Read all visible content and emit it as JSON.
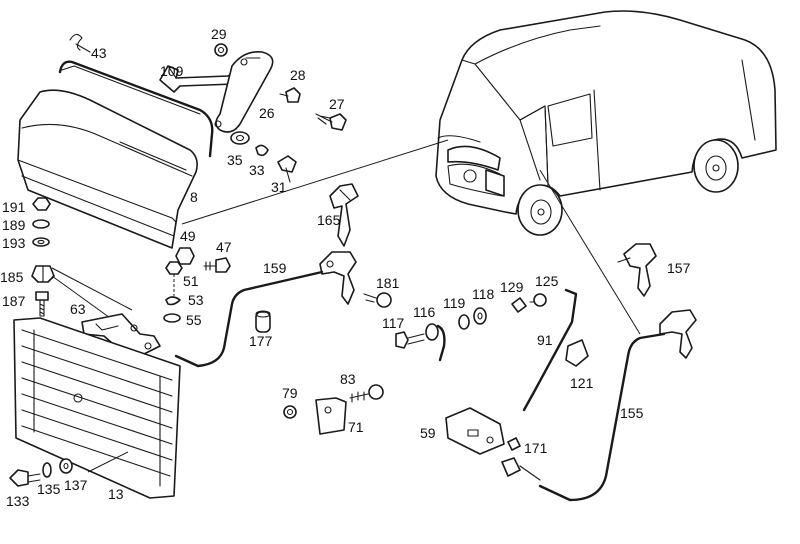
{
  "parts": [
    {
      "id": "p43",
      "label": "43"
    },
    {
      "id": "p29",
      "label": "29"
    },
    {
      "id": "p109",
      "label": "109"
    },
    {
      "id": "p28",
      "label": "28"
    },
    {
      "id": "p27",
      "label": "27"
    },
    {
      "id": "p26",
      "label": "26"
    },
    {
      "id": "p35",
      "label": "35"
    },
    {
      "id": "p33",
      "label": "33"
    },
    {
      "id": "p31",
      "label": "31"
    },
    {
      "id": "p8",
      "label": "8"
    },
    {
      "id": "p191",
      "label": "191"
    },
    {
      "id": "p189",
      "label": "189"
    },
    {
      "id": "p193",
      "label": "193"
    },
    {
      "id": "p185",
      "label": "185"
    },
    {
      "id": "p187",
      "label": "187"
    },
    {
      "id": "p63",
      "label": "63"
    },
    {
      "id": "p49",
      "label": "49"
    },
    {
      "id": "p47",
      "label": "47"
    },
    {
      "id": "p51",
      "label": "51"
    },
    {
      "id": "p53",
      "label": "53"
    },
    {
      "id": "p55",
      "label": "55"
    },
    {
      "id": "p165",
      "label": "165"
    },
    {
      "id": "p159",
      "label": "159"
    },
    {
      "id": "p181",
      "label": "181"
    },
    {
      "id": "p177",
      "label": "177"
    },
    {
      "id": "p117",
      "label": "117"
    },
    {
      "id": "p116",
      "label": "116"
    },
    {
      "id": "p119",
      "label": "119"
    },
    {
      "id": "p118",
      "label": "118"
    },
    {
      "id": "p129",
      "label": "129"
    },
    {
      "id": "p125",
      "label": "125"
    },
    {
      "id": "p157",
      "label": "157"
    },
    {
      "id": "p91",
      "label": "91"
    },
    {
      "id": "p121",
      "label": "121"
    },
    {
      "id": "p79",
      "label": "79"
    },
    {
      "id": "p83",
      "label": "83"
    },
    {
      "id": "p71",
      "label": "71"
    },
    {
      "id": "p155",
      "label": "155"
    },
    {
      "id": "p59",
      "label": "59"
    },
    {
      "id": "p171",
      "label": "171"
    },
    {
      "id": "p133",
      "label": "133"
    },
    {
      "id": "p135",
      "label": "135"
    },
    {
      "id": "p137",
      "label": "137"
    },
    {
      "id": "p13",
      "label": "13"
    }
  ]
}
